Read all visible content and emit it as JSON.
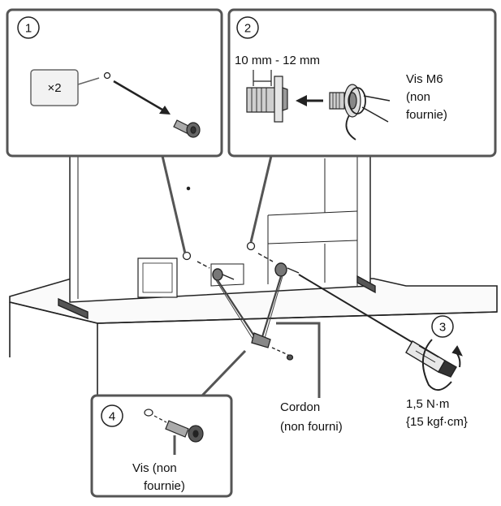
{
  "step_numbers": {
    "step1": "1",
    "step2": "2",
    "step3": "3",
    "step4": "4"
  },
  "step1": {
    "quantity_badge": "×2"
  },
  "step2": {
    "dimension_label": "10 mm - 12 mm",
    "screw_label_line1": "Vis M6",
    "screw_label_line2": "(non",
    "screw_label_line3": "fournie)"
  },
  "step3": {
    "torque_line1": "1,5 N·m",
    "torque_line2": "{15 kgf·cm}"
  },
  "step4": {
    "screw_label_line1": "Vis (non",
    "screw_label_line2": "fournie)"
  },
  "cord": {
    "label_line1": "Cordon",
    "label_line2": "(non fourni)"
  },
  "colors": {
    "line": "#222222",
    "callout_border": "#555555",
    "fill_light": "#f2f2f2",
    "fill_mid": "#d9d9d9"
  }
}
